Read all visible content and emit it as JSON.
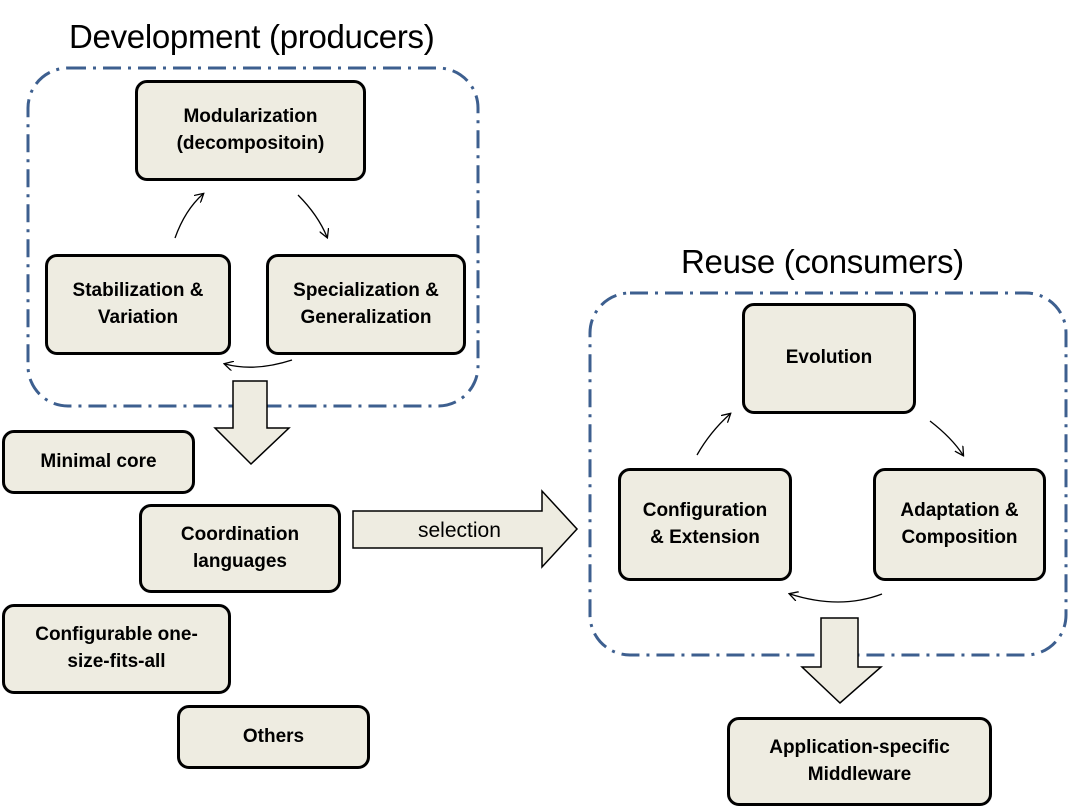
{
  "development": {
    "title": "Development (producers)",
    "modularization": [
      "Modularization",
      "(decompositoin)"
    ],
    "stabilization": [
      "Stabilization &",
      "Variation"
    ],
    "specialization": [
      "Specialization &",
      "Generalization"
    ]
  },
  "approaches": {
    "minimal_core": "Minimal core",
    "coordination": [
      "Coordination",
      "languages"
    ],
    "configurable": [
      "Configurable one-",
      "size-fits-all"
    ],
    "others": "Others"
  },
  "selection_label": "selection",
  "reuse": {
    "title": "Reuse (consumers)",
    "evolution": "Evolution",
    "configuration": [
      "Configuration",
      "& Extension"
    ],
    "adaptation": [
      "Adaptation &",
      "Composition"
    ]
  },
  "result": [
    "Application-specific",
    "Middleware"
  ]
}
